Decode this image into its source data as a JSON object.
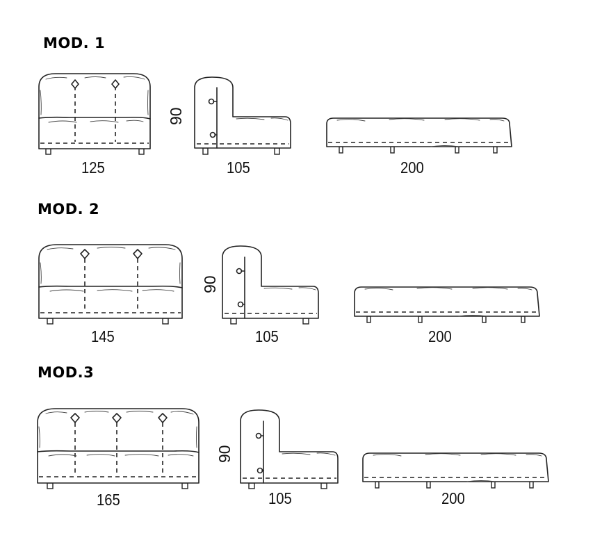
{
  "modules": [
    {
      "title": "MOD. 1",
      "front_width": "125",
      "side_depth": "105",
      "side_height": "90",
      "top_length": "200"
    },
    {
      "title": "MOD. 2",
      "front_width": "145",
      "side_depth": "105",
      "side_height": "90",
      "top_length": "200"
    },
    {
      "title": "MOD.3",
      "front_width": "165",
      "side_depth": "105",
      "side_height": "90",
      "top_length": "200"
    }
  ],
  "colors": {
    "line": "#222222",
    "background": "#ffffff"
  }
}
